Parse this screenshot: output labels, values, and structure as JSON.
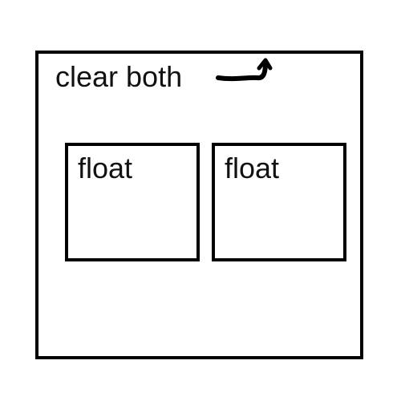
{
  "outer": {
    "label": "clear both"
  },
  "floats": [
    {
      "label": "float"
    },
    {
      "label": "float"
    }
  ],
  "icons": {
    "arrow": "curved-up-arrow-icon"
  },
  "colors": {
    "stroke": "#000000",
    "background": "#ffffff"
  }
}
